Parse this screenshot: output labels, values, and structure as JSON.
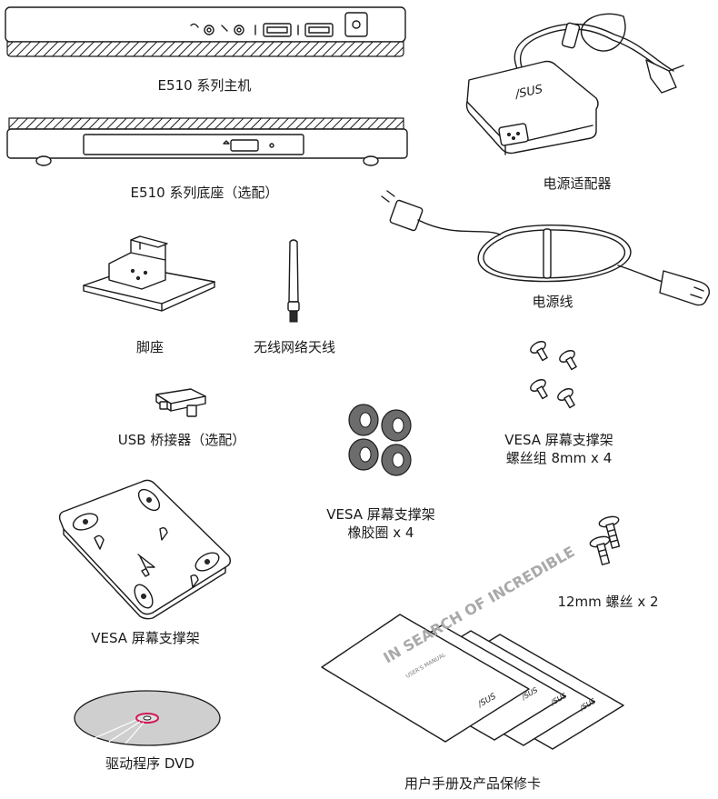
{
  "items": {
    "host": "E510 系列主机",
    "base": "E510 系列底座（选配）",
    "power_adapter": "电源适配器",
    "power_cord": "电源线",
    "stand": "脚座",
    "antenna": "无线网络天线",
    "usb_bridge": "USB 桥接器（选配）",
    "vesa_screws": "VESA 屏幕支撑架\n螺丝组 8mm x 4",
    "vesa_rubber": "VESA 屏幕支撑架\n橡胶圈 x 4",
    "screws_12mm": "12mm 螺丝 x 2",
    "vesa_mount": "VESA 屏幕支撑架",
    "dvd": "驱动程序 DVD",
    "documents": "用户手册及产品保修卡"
  },
  "printed_markings": {
    "booklet_heading": "IN SEARCH OF INCREDIBLE",
    "booklet_sub": "USER'S MANUAL",
    "brand": "/SUS"
  }
}
